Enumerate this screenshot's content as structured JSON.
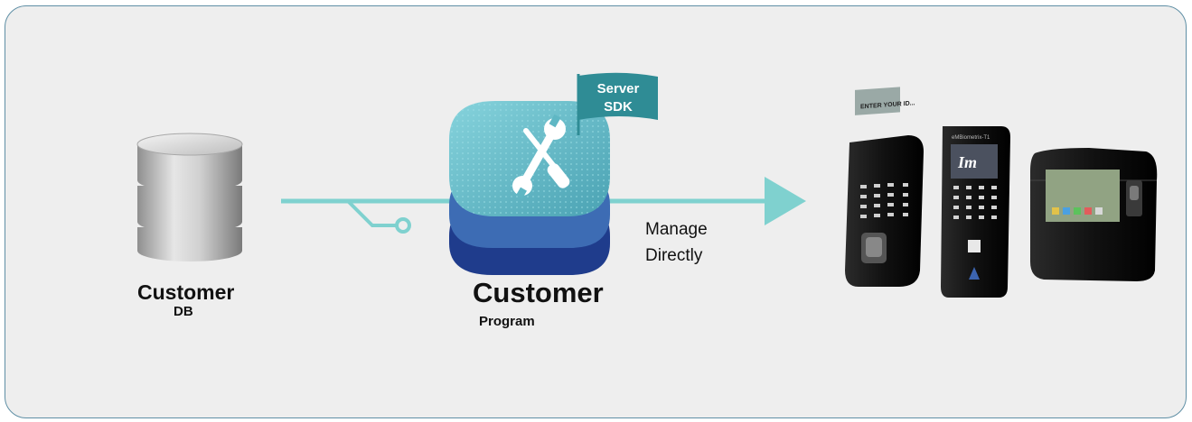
{
  "customer_db": {
    "title": "Customer",
    "subtitle": "DB"
  },
  "customer_program": {
    "title": "Customer",
    "subtitle": "Program"
  },
  "server_sdk_flag": {
    "line1": "Server",
    "line2": "SDK"
  },
  "arrow": {
    "label_line1": "Manage",
    "label_line2": "Directly"
  },
  "devices": [
    {
      "screen_text": "ENTER YOUR ID..."
    },
    {
      "brand_text": "eMBiometrix-T1"
    },
    {
      "brand_text": ""
    }
  ],
  "colors": {
    "accent": "#7fd1cf",
    "panel_border": "#5f8fa5",
    "flag": "#2f8c95",
    "layer_top": "#5fb7c4",
    "layer_mid": "#3d6cb4",
    "layer_bottom": "#1f3c8c"
  }
}
